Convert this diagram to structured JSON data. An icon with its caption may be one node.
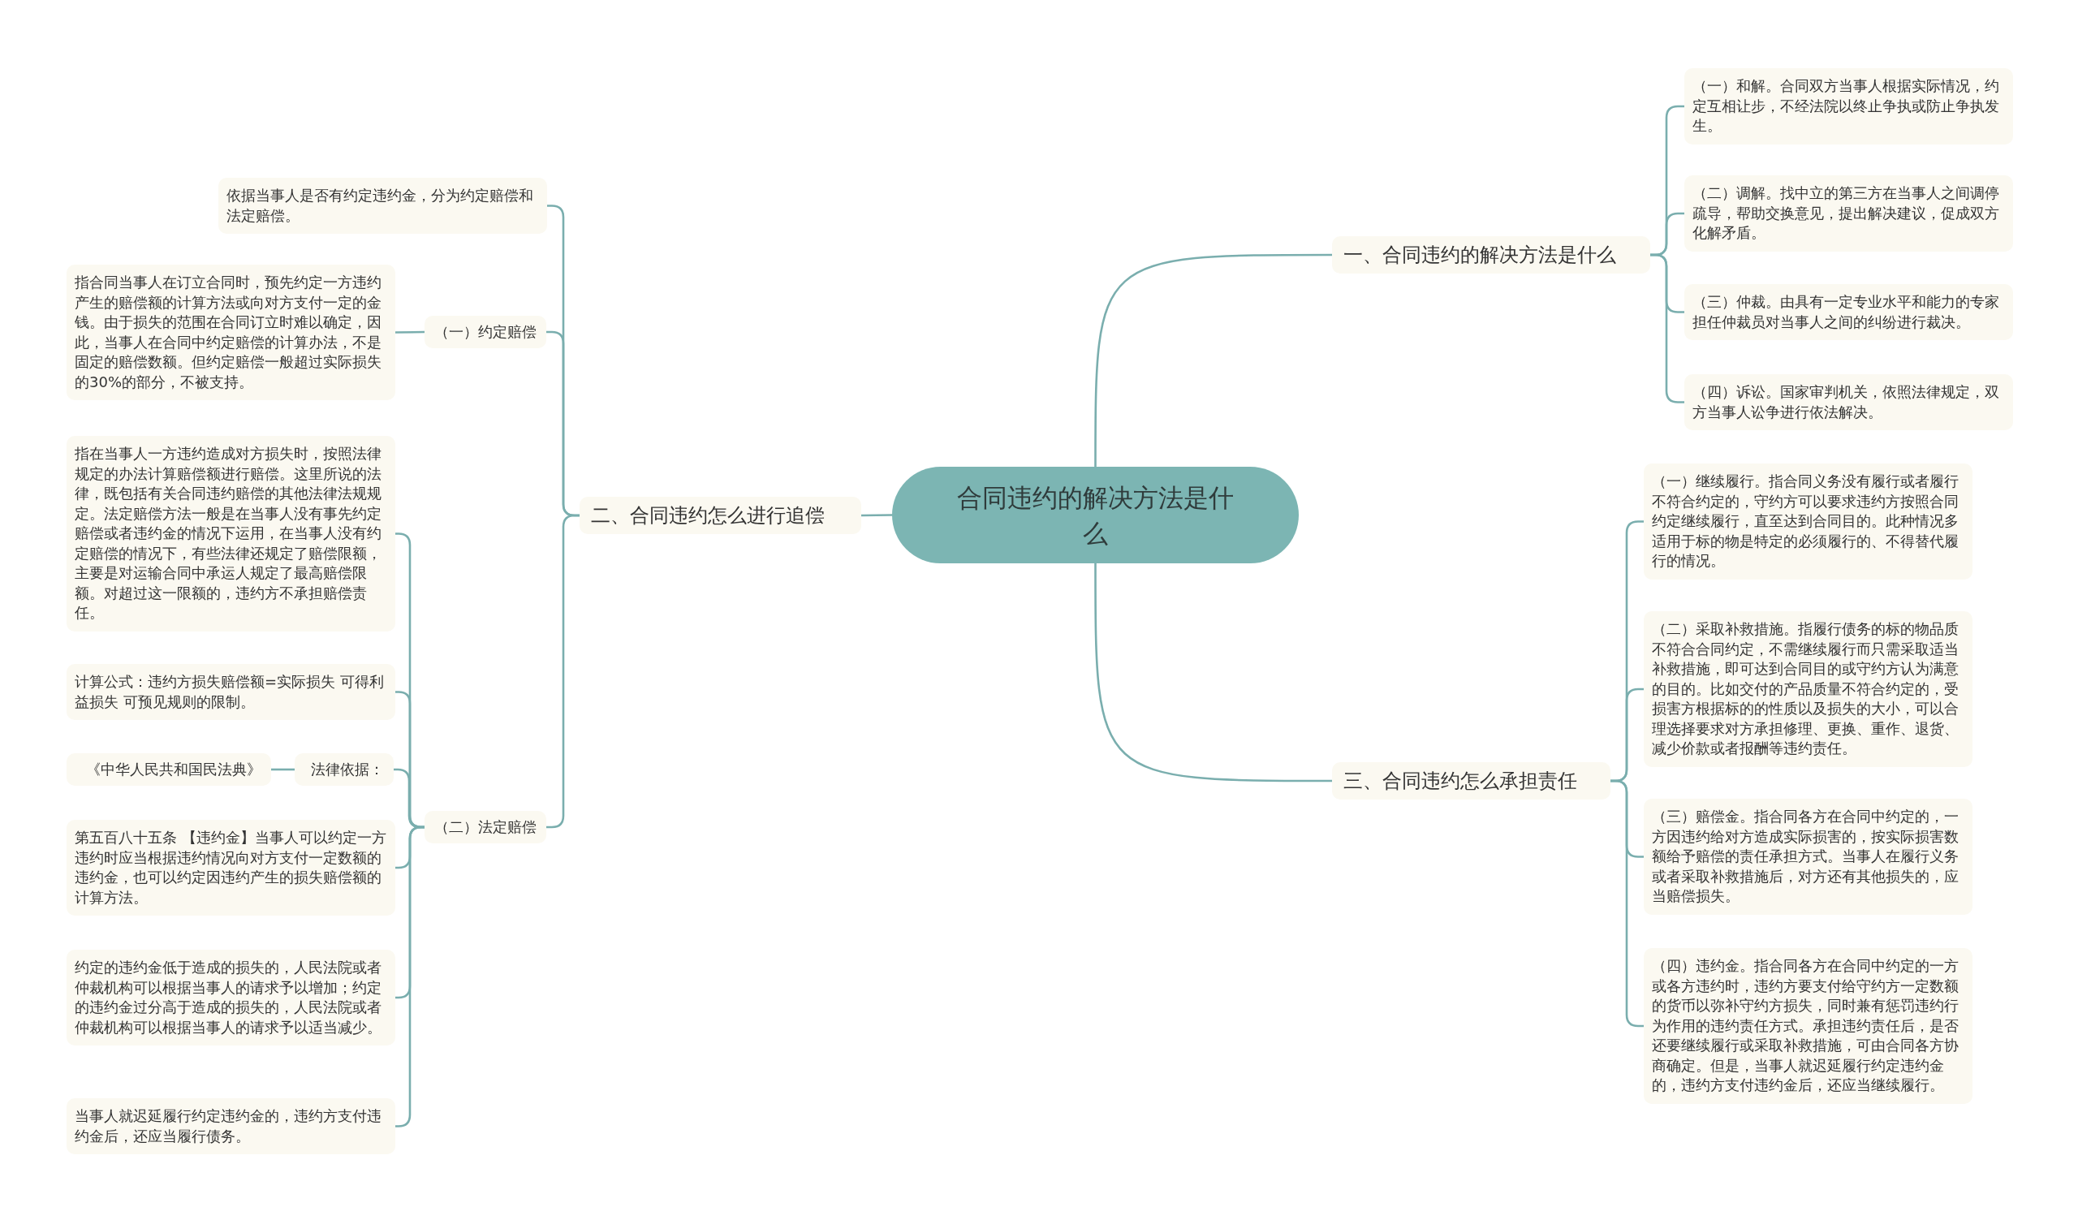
{
  "diagram": {
    "nodes": [
      {
        "text": [
          "合同违约的解决方法是什么"
        ]
      },
      {
        "text": [
          "一、合同违约的解决方法是什么"
        ]
      },
      {
        "text": [
          "（一）和解。合同双方当事人根据实际情况，约定互相让步，不经法院以终止争执或防止争执发生。"
        ]
      },
      {
        "text": [
          "（二）调解。找中立的第三方在当事人之间调停疏导，帮助交换意见，提出解决建议，促成双方化解矛盾。"
        ]
      },
      {
        "text": [
          "（三）仲裁。由具有一定专业水平和能力的专家担任仲裁员对当事人之间的纠纷进行裁决。"
        ]
      },
      {
        "text": [
          "（四）诉讼。国家审判机关，依照法律规定，双方当事人讼争进行依法解决。"
        ]
      },
      {
        "text": [
          "二、合同违约怎么进行追偿"
        ]
      },
      {
        "text": [
          "依据当事人是否有约定违约金，分为约定赔偿和法定赔偿。"
        ]
      },
      {
        "text": [
          "（一）约定赔偿"
        ]
      },
      {
        "text": [
          "指合同当事人在订立合同时，预先约定一方违约产生的赔偿额的计算方法或向对方支付一定的金钱。由于损失的范围在合同订立时难以确定，因此，当事人在合同中约定赔偿的计算办法，不是固定的赔偿数额。但约定赔偿一般超过实际损失的30%的部分，不被支持。"
        ]
      },
      {
        "text": [
          "（二）法定赔偿"
        ]
      },
      {
        "text": [
          "指在当事人一方违约造成对方损失时，按照法律规定的办法计算赔偿额进行赔偿。这里所说的法律，既包括有关合同违约赔偿的其他法律法规规定。法定赔偿方法一般是在当事人没有事先约定赔偿或者违约金的情况下运用，在当事人没有约定赔偿的情况下，有些法律还规定了赔偿限额，主要是对运输合同中承运人规定了最高赔偿限额。对超过这一限额的，违约方不承担赔偿责任。"
        ]
      },
      {
        "text": [
          "计算公式：违约方损失赔偿额=实际损失 可得利益损失 可预见规则的限制。"
        ]
      },
      {
        "text": [
          "法律依据："
        ]
      },
      {
        "text": [
          "《中华人民共和国民法典》"
        ]
      },
      {
        "text": [
          "第五百八十五条 【违约金】当事人可以约定一方违约时应当根据违约情况向对方支付一定数额的违约金，也可以约定因违约产生的损失赔偿额的计算方法。"
        ]
      },
      {
        "text": [
          "约定的违约金低于造成的损失的，人民法院或者仲裁机构可以根据当事人的请求予以增加；约定的违约金过分高于造成的损失的，人民法院或者仲裁机构可以根据当事人的请求予以适当减少。"
        ]
      },
      {
        "text": [
          "当事人就迟延履行约定违约金的，违约方支付违约金后，还应当履行债务。"
        ]
      },
      {
        "text": [
          "三、合同违约怎么承担责任"
        ]
      },
      {
        "text": [
          "（一）继续履行。指合同义务没有履行或者履行不符合约定的，守约方可以要求违约方按照合同约定继续履行，直至达到合同目的。此种情况多适用于标的物是特定的必须履行的、不得替代履行的情况。"
        ]
      },
      {
        "text": [
          "（二）采取补救措施。指履行债务的标的物品质不符合合同约定，不需继续履行而只需采取适当补救措施，即可达到合同目的或守约方认为满意的目的。比如交付的产品质量不符合约定的，受损害方根据标的的性质以及损失的大小，可以合理选择要求对方承担修理、更换、重作、退货、减少价款或者报酬等违约责任。"
        ]
      },
      {
        "text": [
          "（三）赔偿金。指合同各方在合同中约定的，一方因违约给对方造成实际损害的，按实际损害数额给予赔偿的责任承担方式。当事人在履行义务或者采取补救措施后，对方还有其他损失的，应当赔偿损失。"
        ]
      },
      {
        "text": [
          "（四）违约金。指合同各方在合同中约定的一方或各方违约时，违约方要支付给守约方一定数额的货币以弥补守约方损失，同时兼有惩罚违约行为作用的违约责任方式。承担违约责任后，是否还要继续履行或采取补救措施，可由合同各方协商确定。但是，当事人就迟延履行约定违约金的，违约方支付违约金后，还应当继续履行。"
        ]
      }
    ],
    "edges": [
      {
        "from": 0,
        "to": 1,
        "arrow": "none"
      },
      {
        "from": 1,
        "to": 2,
        "arrow": "none"
      },
      {
        "from": 1,
        "to": 3,
        "arrow": "none"
      },
      {
        "from": 1,
        "to": 4,
        "arrow": "none"
      },
      {
        "from": 1,
        "to": 5,
        "arrow": "none"
      },
      {
        "from": 0,
        "to": 6,
        "arrow": "none"
      },
      {
        "from": 6,
        "to": 7,
        "arrow": "none"
      },
      {
        "from": 6,
        "to": 8,
        "arrow": "none"
      },
      {
        "from": 8,
        "to": 9,
        "arrow": "none"
      },
      {
        "from": 6,
        "to": 10,
        "arrow": "none"
      },
      {
        "from": 10,
        "to": 11,
        "arrow": "none"
      },
      {
        "from": 10,
        "to": 12,
        "arrow": "none"
      },
      {
        "from": 10,
        "to": 13,
        "arrow": "none"
      },
      {
        "from": 13,
        "to": 14,
        "arrow": "none"
      },
      {
        "from": 10,
        "to": 15,
        "arrow": "none"
      },
      {
        "from": 10,
        "to": 16,
        "arrow": "none"
      },
      {
        "from": 10,
        "to": 17,
        "arrow": "none"
      },
      {
        "from": 0,
        "to": 18,
        "arrow": "none"
      },
      {
        "from": 18,
        "to": 19,
        "arrow": "none"
      },
      {
        "from": 18,
        "to": 20,
        "arrow": "none"
      },
      {
        "from": 18,
        "to": 21,
        "arrow": "none"
      },
      {
        "from": 18,
        "to": 22,
        "arrow": "none"
      }
    ]
  }
}
